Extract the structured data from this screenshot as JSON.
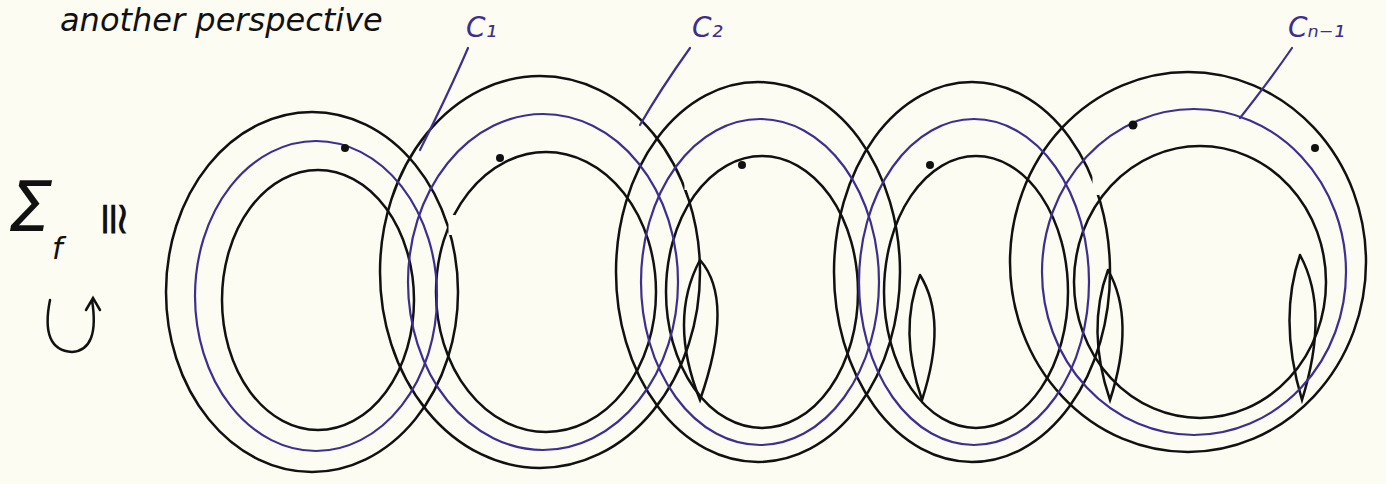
{
  "diagram": {
    "labels": [
      "another perspective",
      "Σ",
      "f",
      "≅",
      "C₁",
      "C₂",
      "Cₙ₋₁"
    ]
  }
}
